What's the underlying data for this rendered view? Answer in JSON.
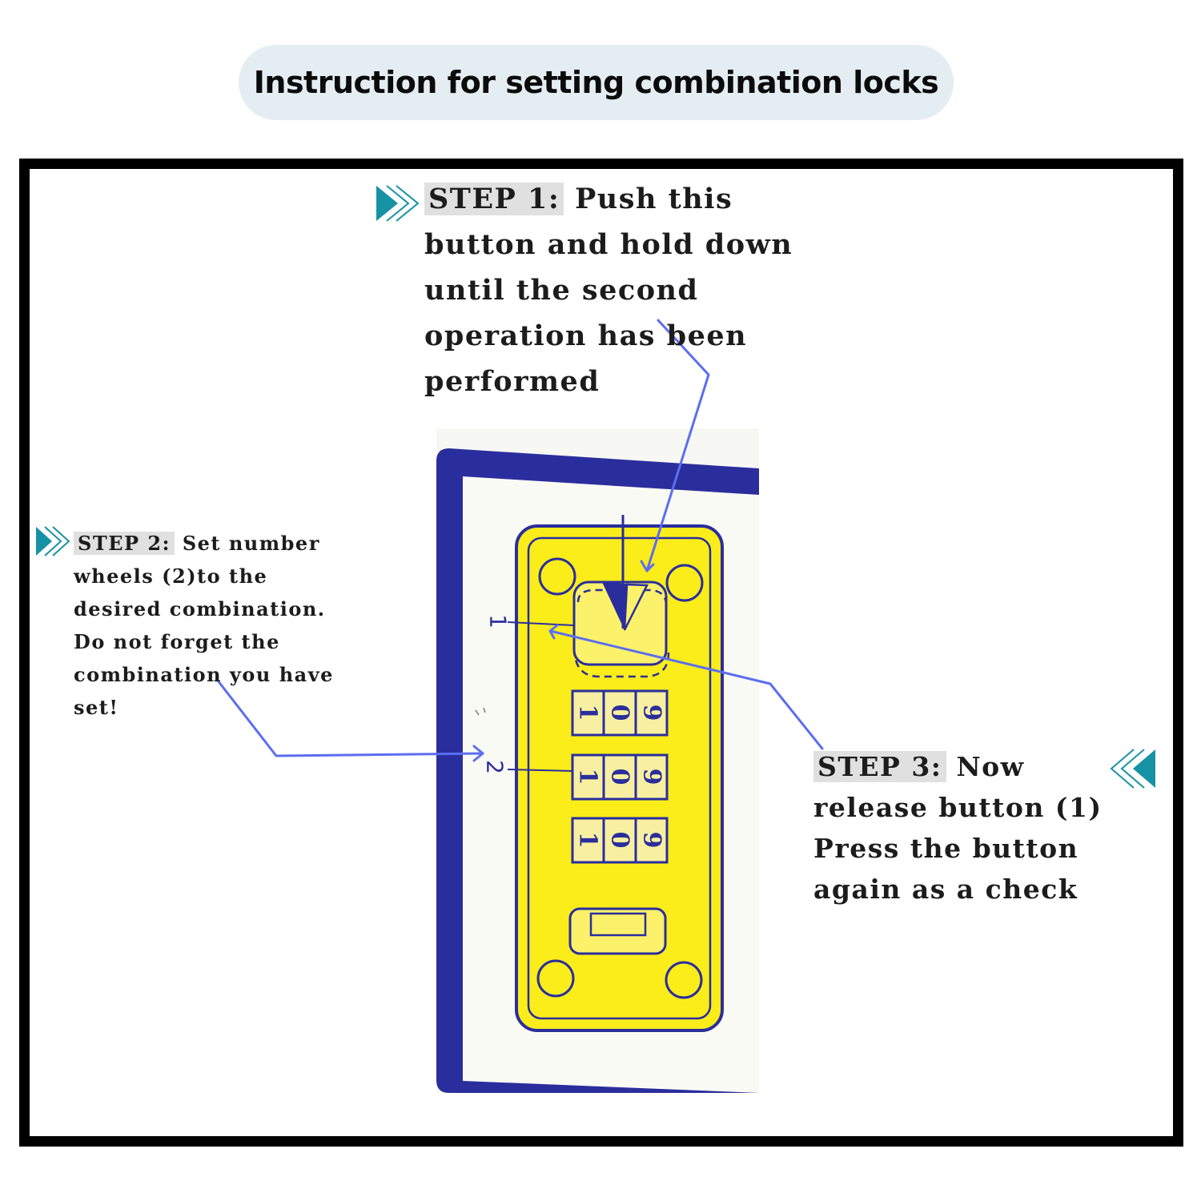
{
  "title": "Instruction for setting combination locks",
  "steps": [
    {
      "label": "STEP 1:",
      "text": "Push this button and hold down until the second operation has been performed"
    },
    {
      "label": "STEP 2:",
      "text": "Set number wheels (2)to the desired combination. Do not forget the combination you have set!"
    },
    {
      "label": "STEP 3:",
      "text": "Now release button (1) Press the button again as a check"
    }
  ],
  "diagram": {
    "callout_1": "1",
    "callout_2": "2",
    "wheel_digits": [
      "1",
      "0",
      "9"
    ]
  },
  "colors": {
    "title_pill": "#e4edf2",
    "frame": "#000000",
    "pointer_arrow": "#5b6ef0",
    "step_label_bg": "#e0e0e0",
    "chevron": "#1792a5",
    "lock_blue": "#2a2e9c",
    "lock_yellow": "#fbed1a"
  }
}
